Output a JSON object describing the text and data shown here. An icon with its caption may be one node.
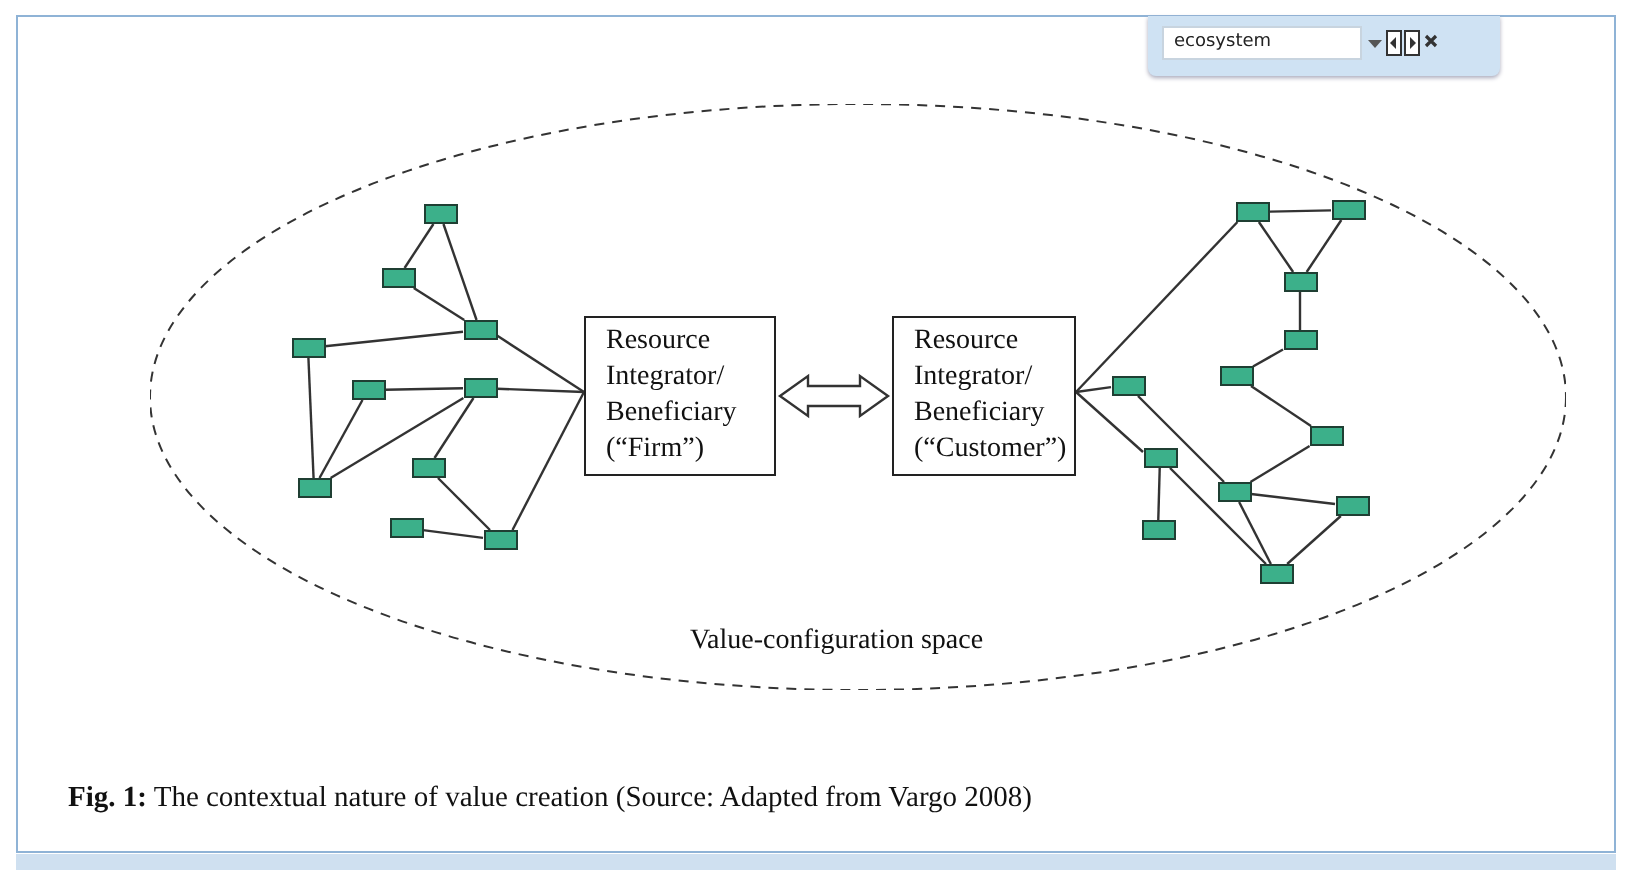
{
  "diagram": {
    "caption": "**Fig. 1:** The contextual nature of value creation (Source: Adapted from Vargo 2008)",
    "nodes": [
      {
        "text": [
          "Value-configuration space"
        ]
      },
      {
        "text": [],
        "shape": "box",
        "in": 0
      },
      {
        "text": [],
        "shape": "box",
        "in": 0
      },
      {
        "text": [],
        "shape": "box",
        "in": 0
      },
      {
        "text": [],
        "shape": "box",
        "in": 0
      },
      {
        "text": [],
        "shape": "box",
        "in": 0
      },
      {
        "text": [],
        "shape": "box",
        "in": 0
      },
      {
        "text": [],
        "shape": "box",
        "in": 0
      },
      {
        "text": [],
        "shape": "box",
        "in": 0
      },
      {
        "text": [],
        "shape": "box",
        "in": 0
      },
      {
        "text": [],
        "shape": "box",
        "in": 0
      },
      {
        "text": [
          "Resource Integrator/ Beneficiary (“Firm”)"
        ],
        "in": 0
      },
      {
        "text": [
          "Resource Integrator/ Beneficiary (“Customer”)"
        ],
        "in": 0
      },
      {
        "text": [],
        "shape": "box",
        "in": 0
      },
      {
        "text": [],
        "shape": "box",
        "in": 0
      },
      {
        "text": [],
        "shape": "box",
        "in": 0
      },
      {
        "text": [],
        "shape": "box",
        "in": 0
      },
      {
        "text": [],
        "shape": "box",
        "in": 0
      },
      {
        "text": [],
        "shape": "box",
        "in": 0
      },
      {
        "text": [],
        "shape": "box",
        "in": 0
      },
      {
        "text": [],
        "shape": "box",
        "in": 0
      },
      {
        "text": [],
        "shape": "box",
        "in": 0
      },
      {
        "text": [],
        "shape": "box",
        "in": 0
      },
      {
        "text": [],
        "shape": "box",
        "in": 0
      },
      {
        "text": [],
        "shape": "box",
        "in": 0
      }
    ],
    "edges": [
      {
        "from": 1,
        "to": 2,
        "arrow": "none"
      },
      {
        "from": 1,
        "to": 3,
        "arrow": "none"
      },
      {
        "from": 2,
        "to": 3,
        "arrow": "none"
      },
      {
        "from": 4,
        "to": 3,
        "arrow": "none"
      },
      {
        "from": 4,
        "to": 7,
        "arrow": "none"
      },
      {
        "from": 5,
        "to": 6,
        "arrow": "none"
      },
      {
        "from": 5,
        "to": 7,
        "arrow": "none"
      },
      {
        "from": 6,
        "to": 7,
        "arrow": "none"
      },
      {
        "from": 3,
        "to": 11,
        "arrow": "none"
      },
      {
        "from": 6,
        "to": 11,
        "arrow": "none"
      },
      {
        "from": 6,
        "to": 8,
        "arrow": "none"
      },
      {
        "from": 8,
        "to": 10,
        "arrow": "none"
      },
      {
        "from": 9,
        "to": 10,
        "arrow": "none"
      },
      {
        "from": 10,
        "to": 11,
        "arrow": "none"
      },
      {
        "from": 11,
        "to": 12,
        "arrow": "both",
        "style": "thick"
      },
      {
        "from": 12,
        "to": 13,
        "arrow": "none"
      },
      {
        "from": 13,
        "to": 14,
        "arrow": "none"
      },
      {
        "from": 13,
        "to": 15,
        "arrow": "none"
      },
      {
        "from": 14,
        "to": 15,
        "arrow": "none"
      },
      {
        "from": 15,
        "to": 16,
        "arrow": "none"
      },
      {
        "from": 16,
        "to": 17,
        "arrow": "none"
      },
      {
        "from": 17,
        "to": 19,
        "arrow": "none"
      },
      {
        "from": 19,
        "to": 21,
        "arrow": "none"
      },
      {
        "from": 12,
        "to": 18,
        "arrow": "none"
      },
      {
        "from": 12,
        "to": 20,
        "arrow": "none"
      },
      {
        "from": 18,
        "to": 21,
        "arrow": "none"
      },
      {
        "from": 20,
        "to": 23,
        "arrow": "none"
      },
      {
        "from": 20,
        "to": 24,
        "arrow": "none"
      },
      {
        "from": 21,
        "to": 22,
        "arrow": "none"
      },
      {
        "from": 21,
        "to": 24,
        "arrow": "none"
      },
      {
        "from": 24,
        "to": 22,
        "arrow": "none"
      }
    ],
    "labels": [
      "ecosystem"
    ]
  }
}
